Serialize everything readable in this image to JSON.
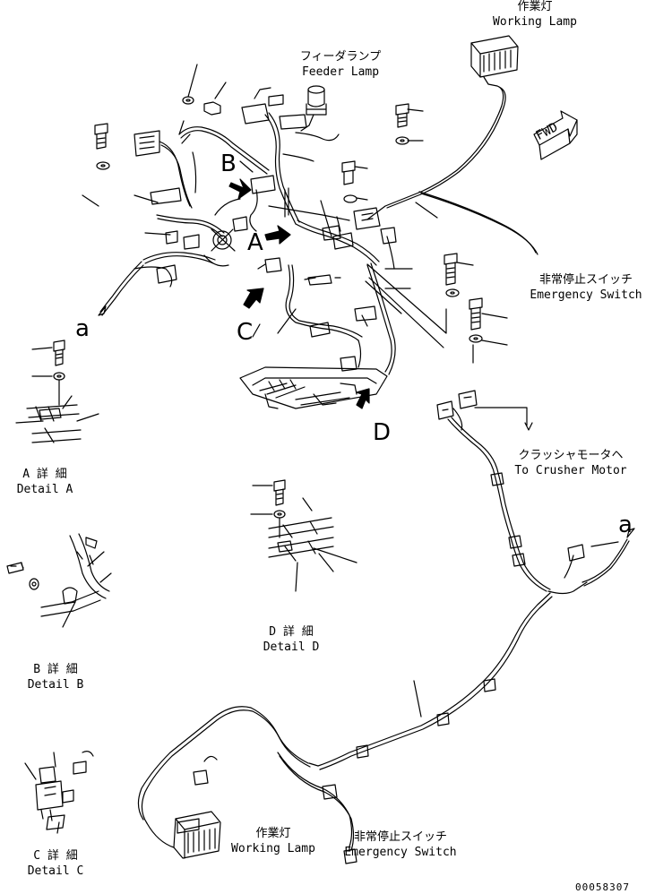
{
  "labels": {
    "working_lamp_top_jp": "作業灯",
    "working_lamp_top_en": "Working Lamp",
    "feeder_lamp_jp": "フィーダランプ",
    "feeder_lamp_en": "Feeder Lamp",
    "fwd": "FWD",
    "emergency_switch_right_jp": "非常停止スイッチ",
    "emergency_switch_right_en": "Emergency Switch",
    "crusher_motor_jp": "クラッシャモータヘ",
    "crusher_motor_en": "To Crusher Motor",
    "detail_a_jp": "A 詳 細",
    "detail_a_en": "Detail A",
    "detail_b_jp": "B 詳 細",
    "detail_b_en": "Detail B",
    "detail_c_jp": "C 詳 細",
    "detail_c_en": "Detail C",
    "detail_d_jp": "D 詳 細",
    "detail_d_en": "Detail D",
    "working_lamp_bottom_jp": "作業灯",
    "working_lamp_bottom_en": "Working Lamp",
    "emergency_switch_bottom_jp": "非常停止スイッチ",
    "emergency_switch_bottom_en": "Emergency Switch",
    "ref_a_left": "a",
    "ref_a_right": "a",
    "view_a": "A",
    "view_b": "B",
    "view_c": "C",
    "view_d": "D",
    "drawing_number": "00058307"
  }
}
